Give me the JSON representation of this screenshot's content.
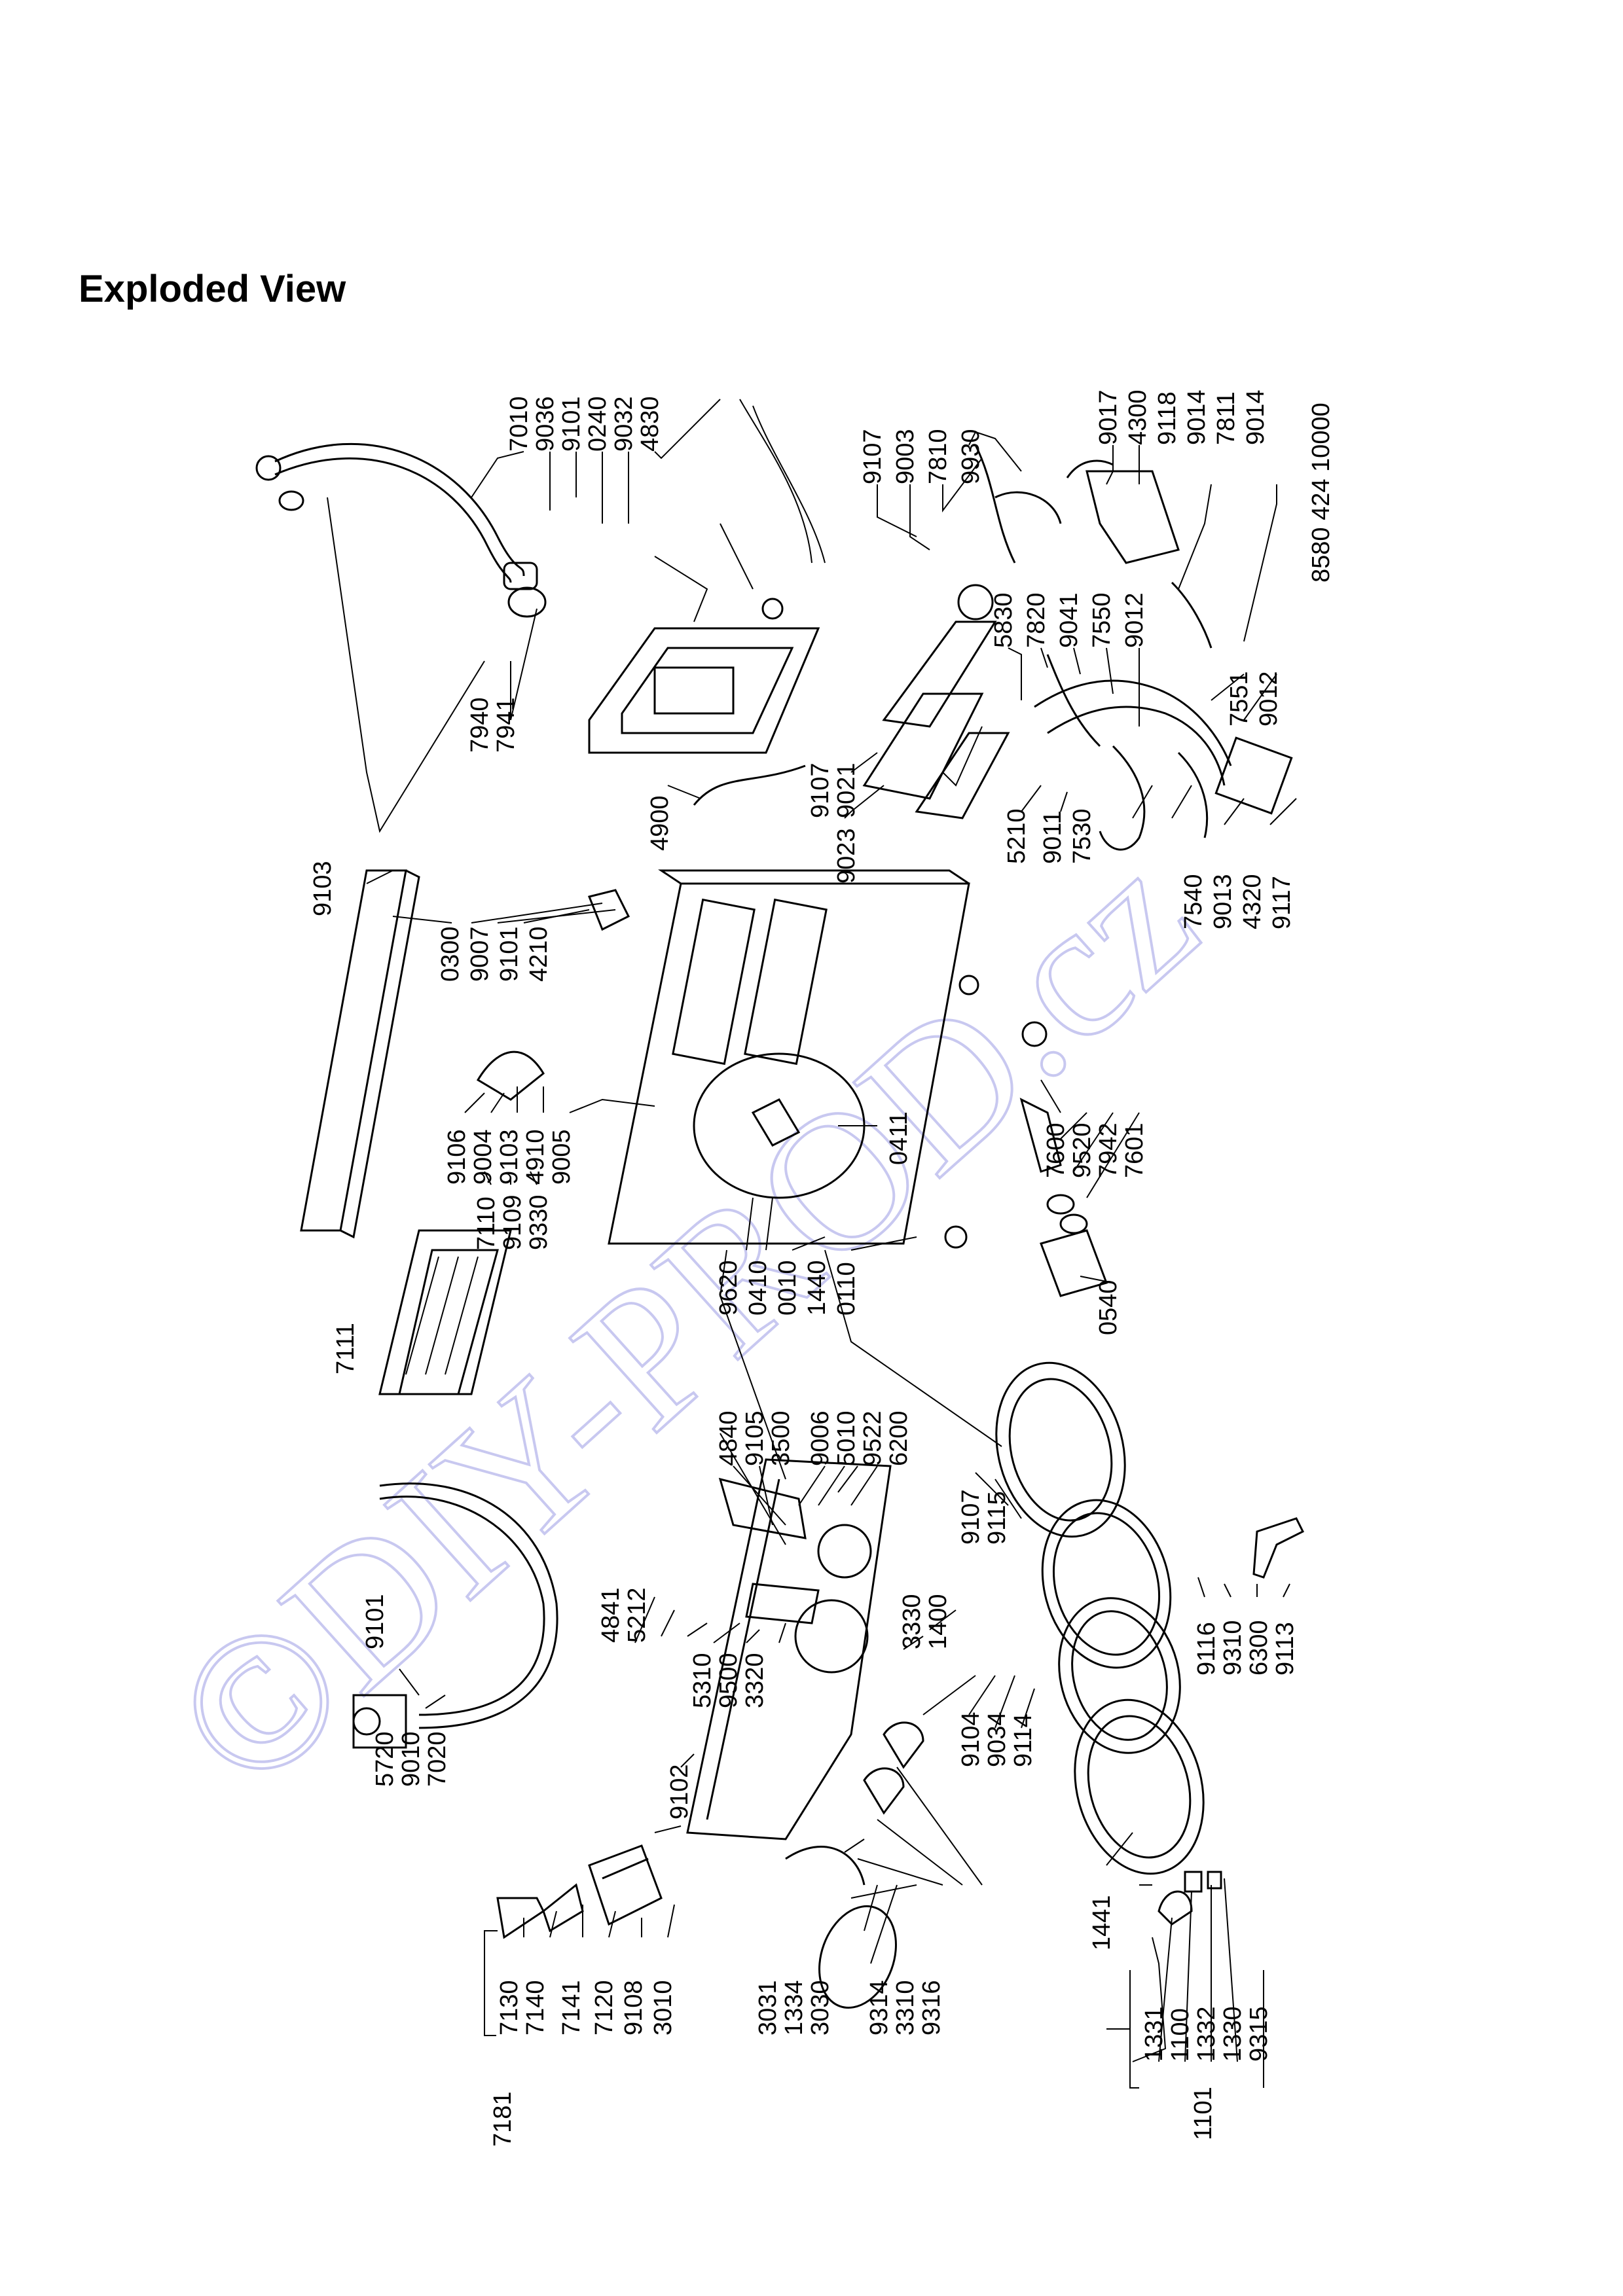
{
  "page": {
    "title": "Exploded View",
    "watermark": "©DIY-PROD.cz"
  },
  "labels": {
    "l7010": "7010",
    "l9036": "9036",
    "l9101a": "9101",
    "l0240": "0240",
    "l9032": "9032",
    "l4830": "4830",
    "l9107a": "9107",
    "l9003": "9003",
    "l7810": "7810",
    "l9930": "9930",
    "l9017": "9017",
    "l4300": "4300",
    "l9118": "9118",
    "l9014a": "9014",
    "l7811": "7811",
    "l9014b": "9014",
    "l8580": "8580 424 10000",
    "l5830": "5830",
    "l7820": "7820",
    "l9041": "9041",
    "l7550": "7550",
    "l9012a": "9012",
    "l7551": "7551",
    "l9012b": "9012",
    "l7940": "7940",
    "l7941": "7941",
    "l4900": "4900",
    "l9107b": "9107",
    "l9021": "9021",
    "l9023": "9023",
    "l5210": "5210",
    "l9011": "9011",
    "l7530": "7530",
    "l7540": "7540",
    "l9013": "9013",
    "l4320": "4320",
    "l9117": "9117",
    "l9103a": "9103",
    "l0300": "0300",
    "l9007": "9007",
    "l9101b": "9101",
    "l4210": "4210",
    "l9106": "9106",
    "l9004": "9004",
    "l9103b": "9103",
    "l4910": "4910",
    "l9005": "9005",
    "l0411": "0411",
    "l7600": "7600",
    "l9520": "9520",
    "l7942": "7942",
    "l7601": "7601",
    "l7110": "7110",
    "l9109": "9109",
    "l9330": "9330",
    "l7111": "7111",
    "l9620": "9620",
    "l0410": "0410",
    "l0010": "0010",
    "l1440": "1440",
    "l0110": "0110",
    "l0540": "0540",
    "l4840": "4840",
    "l9105": "9105",
    "l3500": "3500",
    "l9006": "9006",
    "l5010": "5010",
    "l9522": "9522",
    "l6200": "6200",
    "l9107c": "9107",
    "l9115": "9115",
    "l9101c": "9101",
    "l4841": "4841",
    "l5212": "5212",
    "l3330": "3330",
    "l1400": "1400",
    "l5310": "5310",
    "l9500": "9500",
    "l3320": "3320",
    "l9116": "9116",
    "l9310": "9310",
    "l6300": "6300",
    "l9113": "9113",
    "l9104": "9104",
    "l9034": "9034",
    "l9114": "9114",
    "l5720": "5720",
    "l9010": "9010",
    "l7020": "7020",
    "l9102": "9102",
    "l7130": "7130",
    "l7140": "7140",
    "l7141": "7141",
    "l7120": "7120",
    "l9108": "9108",
    "l3010": "3010",
    "l7181": "7181",
    "l3031": "3031",
    "l1334": "1334",
    "l3030": "3030",
    "l9314": "9314",
    "l3310": "3310",
    "l9316": "9316",
    "l1441": "1441",
    "l1331": "1331",
    "l1100": "1100",
    "l1332": "1332",
    "l1330": "1330",
    "l9315": "9315",
    "l1101": "1101"
  }
}
